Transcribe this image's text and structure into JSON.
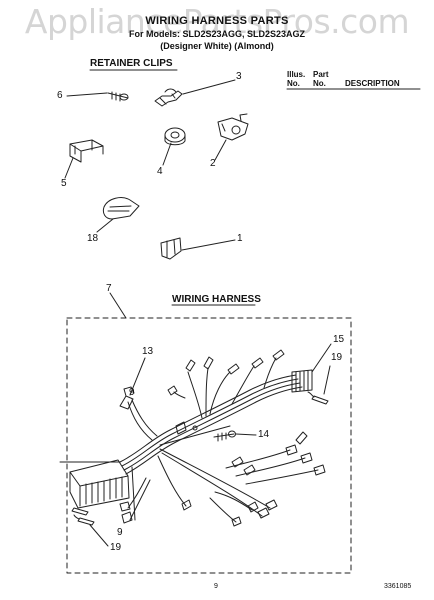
{
  "watermark": "AppliancePartsPros.com",
  "header": {
    "title": "WIRING HARNESS PARTS",
    "models": "For Models: SLD2S23AGG, SLD2S23AGZ",
    "colors": "(Designer White)    (Almond)"
  },
  "retainer_section": {
    "title": "RETAINER CLIPS"
  },
  "parts_table": {
    "col_fig": [
      "Illus.",
      "No."
    ],
    "col_part": [
      "Part",
      "No."
    ],
    "col_desc": "DESCRIPTION"
  },
  "harness_section": {
    "title": "WIRING HARNESS"
  },
  "callouts": {
    "c1": "1",
    "c2": "2",
    "c3": "3",
    "c4": "4",
    "c5": "5",
    "c6": "6",
    "c7": "7",
    "c9a": "9",
    "c9b": "9",
    "c13": "13",
    "c14": "14",
    "c15": "15",
    "c18": "18",
    "c19a": "19",
    "c19b": "19"
  },
  "footer": {
    "page": "9",
    "code": "3361085"
  }
}
